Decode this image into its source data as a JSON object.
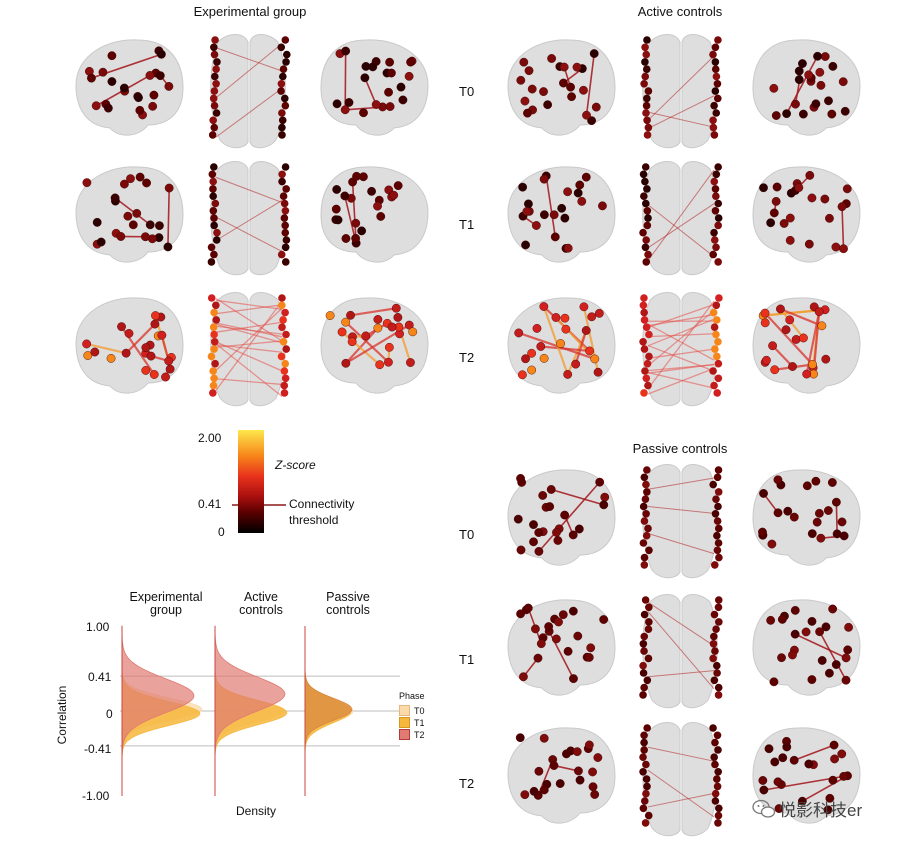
{
  "groups": {
    "experimental": {
      "title": "Experimental group"
    },
    "active": {
      "title": "Active controls"
    },
    "passive": {
      "title": "Passive controls"
    }
  },
  "phases": [
    "T0",
    "T1",
    "T2"
  ],
  "colorbar": {
    "axis_label": "Z-score",
    "max_label": "2.00",
    "threshold_label": "0.41",
    "min_label": "0",
    "threshold_text_1": "Connectivity",
    "threshold_text_2": "threshold",
    "colors": [
      "#000000",
      "#5a0000",
      "#a80f0f",
      "#e8321c",
      "#f7861a",
      "#fde74c"
    ]
  },
  "chart_data": {
    "type": "area",
    "panels": [
      {
        "title_line1": "Experimental",
        "title_line2": "group"
      },
      {
        "title_line1": "Active",
        "title_line2": "controls"
      },
      {
        "title_line1": "Passive",
        "title_line2": "controls"
      }
    ],
    "xlabel": "Density",
    "ylabel": "Correlation",
    "ylim": [
      -1.0,
      1.0
    ],
    "yticks": [
      "1.00",
      "0.41",
      "0",
      "-0.41",
      "-1.00"
    ],
    "reference_lines": [
      0.41,
      0,
      -0.41
    ],
    "legend": {
      "title": "Phase",
      "entries": [
        {
          "name": "T0",
          "color": "#fbd9a8"
        },
        {
          "name": "T1",
          "color": "#f6b73c"
        },
        {
          "name": "T2",
          "color": "#d6504a"
        }
      ]
    }
  },
  "watermark": "悦影科技er",
  "colors": {
    "node_dark": "#4a0000",
    "node_mid": "#8b0a0a",
    "node_red": "#d21f1f",
    "edge": "#b22222",
    "brain": "#dcdcdc"
  }
}
